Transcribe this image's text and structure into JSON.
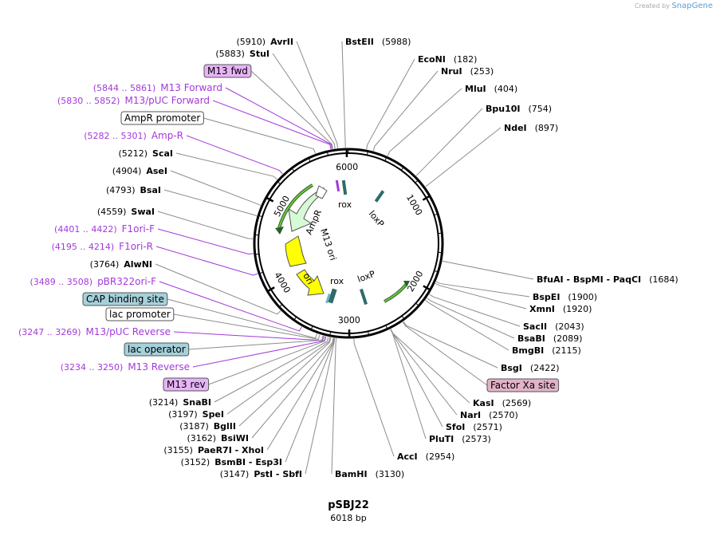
{
  "credit": {
    "prefix": "Created by",
    "brand": "SnapGene"
  },
  "plasmid": {
    "name": "pSBJ22",
    "size": "6018 bp",
    "length": 6018
  },
  "enzymes_left": [
    {
      "name": "AvrII",
      "pos": "(5910)",
      "site": 5910
    },
    {
      "name": "StuI",
      "pos": "(5883)",
      "site": 5883
    },
    {
      "name": "ScaI",
      "pos": "(5212)",
      "site": 5212
    },
    {
      "name": "AseI",
      "pos": "(4904)",
      "site": 4904
    },
    {
      "name": "BsaI",
      "pos": "(4793)",
      "site": 4793
    },
    {
      "name": "SwaI",
      "pos": "(4559)",
      "site": 4559
    },
    {
      "name": "AlwNI",
      "pos": "(3764)",
      "site": 3764
    },
    {
      "name": "SnaBI",
      "pos": "(3214)",
      "site": 3214
    },
    {
      "name": "SpeI",
      "pos": "(3197)",
      "site": 3197
    },
    {
      "name": "BglII",
      "pos": "(3187)",
      "site": 3187
    },
    {
      "name": "BsiWI",
      "pos": "(3162)",
      "site": 3162
    },
    {
      "name": "PaeR7I - XhoI",
      "pos": "(3155)",
      "site": 3155
    },
    {
      "name": "BsmBI - Esp3I",
      "pos": "(3152)",
      "site": 3152
    },
    {
      "name": "PstI - SbfI",
      "pos": "(3147)",
      "site": 3147
    }
  ],
  "enzymes_right": [
    {
      "name": "BstEII",
      "pos": "(5988)",
      "site": 5988
    },
    {
      "name": "EcoNI",
      "pos": "(182)",
      "site": 182
    },
    {
      "name": "NruI",
      "pos": "(253)",
      "site": 253
    },
    {
      "name": "MluI",
      "pos": "(404)",
      "site": 404
    },
    {
      "name": "Bpu10I",
      "pos": "(754)",
      "site": 754
    },
    {
      "name": "NdeI",
      "pos": "(897)",
      "site": 897
    },
    {
      "name": "BfuAI - BspMI - PaqCI",
      "pos": "(1684)",
      "site": 1684
    },
    {
      "name": "BspEI",
      "pos": "(1900)",
      "site": 1900
    },
    {
      "name": "XmnI",
      "pos": "(1920)",
      "site": 1920
    },
    {
      "name": "SacII",
      "pos": "(2043)",
      "site": 2043
    },
    {
      "name": "BsaBI",
      "pos": "(2089)",
      "site": 2089
    },
    {
      "name": "BmgBI",
      "pos": "(2115)",
      "site": 2115
    },
    {
      "name": "BsgI",
      "pos": "(2422)",
      "site": 2422
    },
    {
      "name": "KasI",
      "pos": "(2569)",
      "site": 2569
    },
    {
      "name": "NarI",
      "pos": "(2570)",
      "site": 2570
    },
    {
      "name": "SfoI",
      "pos": "(2571)",
      "site": 2571
    },
    {
      "name": "PluTI",
      "pos": "(2573)",
      "site": 2573
    },
    {
      "name": "AccI",
      "pos": "(2954)",
      "site": 2954
    },
    {
      "name": "BamHI",
      "pos": "(3130)",
      "site": 3130
    }
  ],
  "primers": [
    {
      "name": "M13 Forward",
      "range": "(5844 .. 5861)",
      "site": 5852
    },
    {
      "name": "M13/pUC Forward",
      "range": "(5830 .. 5852)",
      "site": 5841
    },
    {
      "name": "Amp-R",
      "range": "(5282 .. 5301)",
      "site": 5291
    },
    {
      "name": "F1ori-F",
      "range": "(4401 .. 4422)",
      "site": 4411
    },
    {
      "name": "F1ori-R",
      "range": "(4195 .. 4214)",
      "site": 4204
    },
    {
      "name": "pBR322ori-F",
      "range": "(3489 .. 3508)",
      "site": 3498
    },
    {
      "name": "M13/pUC Reverse",
      "range": "(3247 .. 3269)",
      "site": 3258
    },
    {
      "name": "M13 Reverse",
      "range": "(3234 .. 3250)",
      "site": 3242
    }
  ],
  "boxed_features": [
    {
      "label": "M13 fwd",
      "style": "violet",
      "site": 5860
    },
    {
      "label": "AmpR promoter",
      "style": "white",
      "site": 5680
    },
    {
      "label": "CAP binding site",
      "style": "blue",
      "site": 3330
    },
    {
      "label": "lac promoter",
      "style": "white",
      "site": 3300
    },
    {
      "label": "lac operator",
      "style": "blue",
      "site": 3266
    },
    {
      "label": "M13 rev",
      "style": "violet",
      "site": 3236
    },
    {
      "label": "Factor Xa site",
      "style": "pink",
      "site": 2430
    }
  ],
  "inner_features": [
    {
      "label": "rox"
    },
    {
      "label": "loxP"
    },
    {
      "label": "AmpR"
    },
    {
      "label": "M13 ori"
    },
    {
      "label": "ori"
    },
    {
      "label": "rox"
    },
    {
      "label": "loxP"
    }
  ],
  "ticks": [
    "1000",
    "2000",
    "3000",
    "4000",
    "5000",
    "6000"
  ],
  "colors": {
    "backbone": "#000000",
    "enzyme_line": "#8c8c8c",
    "primer": "#a339d9",
    "ampr_fill": "#d6fad6",
    "ori_fill": "#ffff00",
    "green_arrow": "#73c73a",
    "site_box": "#2f6b6b",
    "violet_box": "#e7b3f7",
    "blue_box": "#a5d1db",
    "pink_box": "#e0b3c7"
  }
}
